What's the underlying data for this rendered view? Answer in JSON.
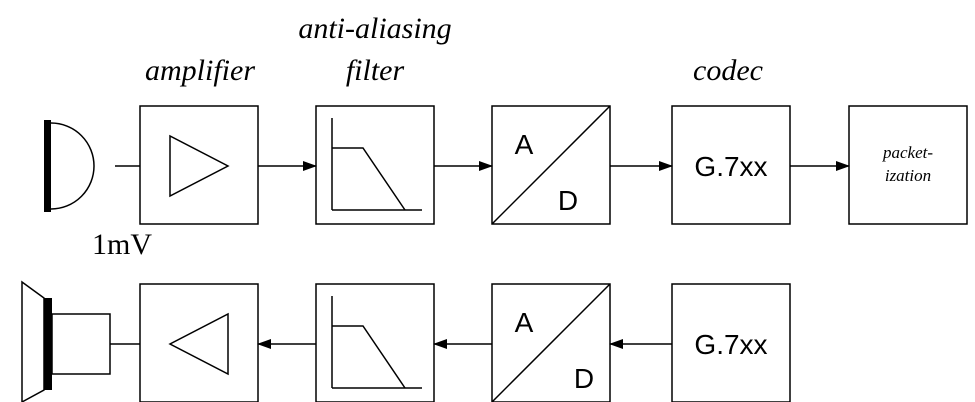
{
  "labels": {
    "amplifier": "amplifier",
    "anti_aliasing_line1": "anti-aliasing",
    "anti_aliasing_line2": "filter",
    "codec": "codec",
    "level": "1mV"
  },
  "transmit_chain": {
    "adc_top": "A",
    "adc_bottom": "D",
    "codec_block": "G.7xx",
    "packetization_line1": "packet-",
    "packetization_line2": "ization"
  },
  "receive_chain": {
    "dac_top": "A",
    "dac_bottom": "D",
    "codec_block": "G.7xx"
  }
}
